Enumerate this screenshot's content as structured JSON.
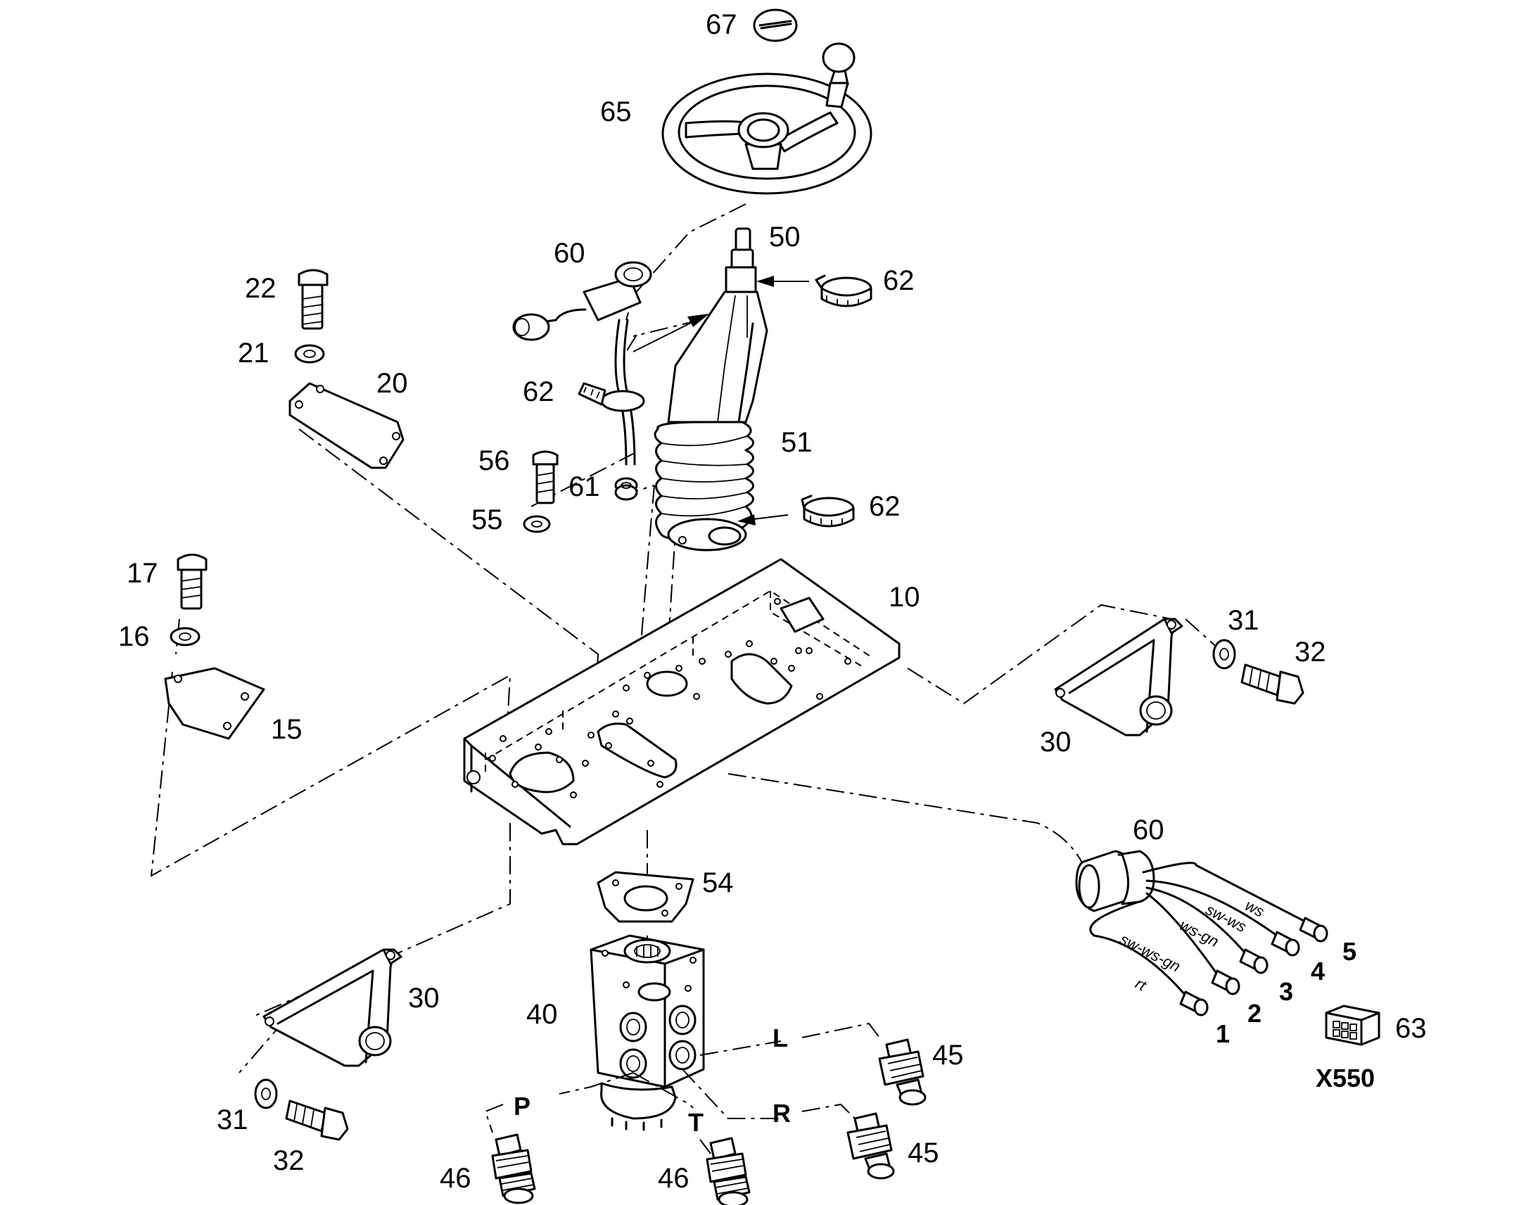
{
  "labels": {
    "p67": "67",
    "p65": "65",
    "p50": "50",
    "p60a": "60",
    "p62a": "62",
    "p22": "22",
    "p21": "21",
    "p20": "20",
    "p62b": "62",
    "p56": "56",
    "p61": "61",
    "p51": "51",
    "p62c": "62",
    "p55": "55",
    "p17": "17",
    "p10": "10",
    "p16": "16",
    "p15": "15",
    "p31a": "31",
    "p32a": "32",
    "p30a": "30",
    "p60b": "60",
    "p54": "54",
    "p30b": "30",
    "p40": "40",
    "p45a": "45",
    "p45b": "45",
    "p31b": "31",
    "p32b": "32",
    "p46a": "46",
    "p46b": "46",
    "p63": "63",
    "w1": "1",
    "w2": "2",
    "w3": "3",
    "w4": "4",
    "w5": "5"
  },
  "ports": {
    "L": "L",
    "R": "R",
    "P": "P",
    "T": "T"
  },
  "wires": {
    "ws": "ws",
    "sw_ws": "sw-ws",
    "ws_gn": "ws-gn",
    "sw_ws_gn": "sw-ws-gn",
    "rt": "rt"
  },
  "connector": {
    "name": "X550"
  }
}
